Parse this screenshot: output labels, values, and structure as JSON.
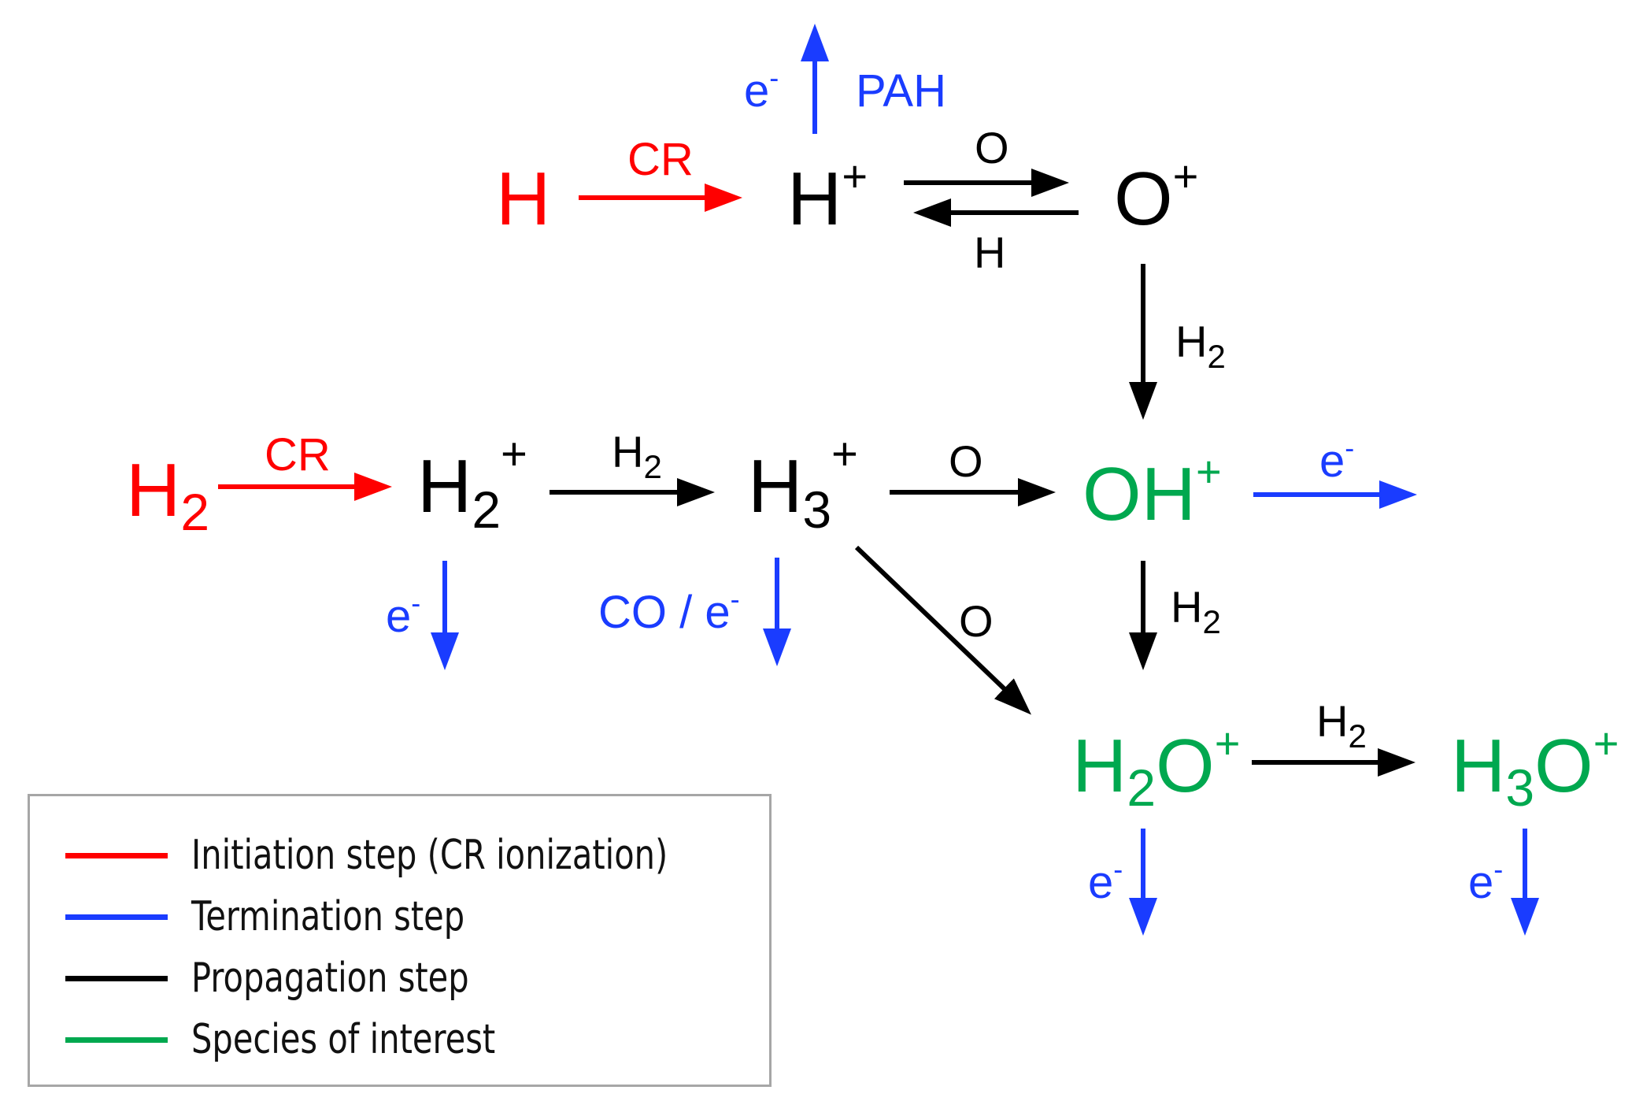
{
  "colors": {
    "initiation": "#ff0000",
    "termination": "#1a3cff",
    "propagation": "#000000",
    "species": "#00a84f"
  },
  "species": {
    "H": {
      "base": "H",
      "sub": "",
      "sup": ""
    },
    "Hplus": {
      "base": "H",
      "sub": "",
      "sup": "+"
    },
    "Oplus": {
      "base": "O",
      "sub": "",
      "sup": "+"
    },
    "H2": {
      "base": "H",
      "sub": "2",
      "sup": ""
    },
    "H2plus": {
      "base": "H",
      "sub": "2",
      "sup": "+"
    },
    "H3plus": {
      "base": "H",
      "sub": "3",
      "sup": "+"
    },
    "OHplus": {
      "base": "OH",
      "sub": "",
      "sup": "+"
    },
    "H2Oplus": {
      "base": "H",
      "sub": "2",
      "mid": "O",
      "sup": "+"
    },
    "H3Oplus": {
      "base": "H",
      "sub": "3",
      "mid": "O",
      "sup": "+"
    }
  },
  "labels": {
    "cr_top": "CR",
    "cr_mid": "CR",
    "o_forward": "O",
    "h_reverse": "H",
    "e_hplus": "e",
    "e_minus": "-",
    "pah": "PAH",
    "h2_letter": "H",
    "h2_sub": "2",
    "o_h3_ohplus": "O",
    "o_diag": "O",
    "co_e": "CO / e",
    "e_h2plus": "e",
    "e_ohplus": "e",
    "e_h2oplus": "e",
    "e_h3oplus": "e"
  },
  "legend": {
    "items": [
      {
        "label": "Initiation step (CR ionization)",
        "color": "#ff0000"
      },
      {
        "label": "Termination step",
        "color": "#1a3cff"
      },
      {
        "label": "Propagation step",
        "color": "#000000"
      },
      {
        "label": "Species of interest",
        "color": "#00a84f"
      }
    ]
  }
}
